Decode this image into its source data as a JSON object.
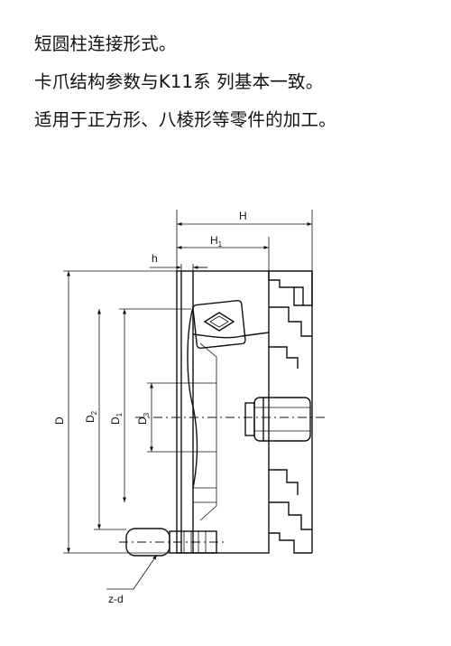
{
  "description": {
    "lines": [
      "短圆柱连接形式。",
      "卡爪结构参数与K11系 列基本一致。",
      "适用于正方形、八棱形等零件的加工。"
    ]
  },
  "drawing": {
    "labels": {
      "H": "H",
      "H1": "H",
      "H1_sub": "1",
      "h": "h",
      "D": "D",
      "D1": "D",
      "D1_sub": "1",
      "D2": "D",
      "D2_sub": "2",
      "D3": "D",
      "D3_sub": "3",
      "zd": "z-d"
    }
  }
}
